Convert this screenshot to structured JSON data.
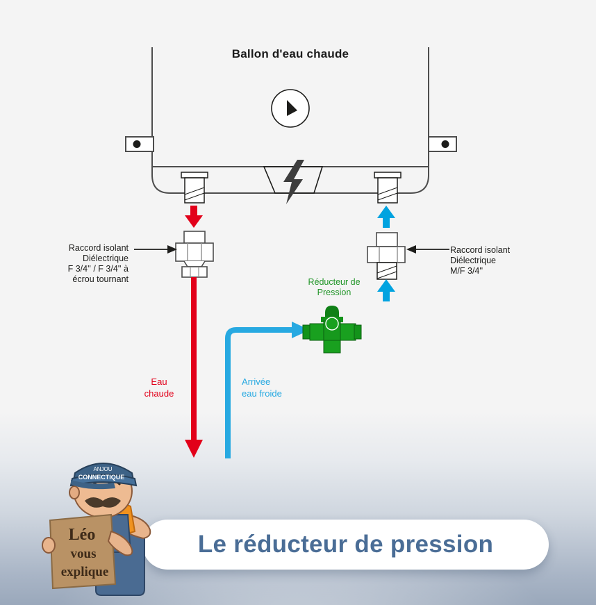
{
  "page": {
    "background_top": "#f4f4f4",
    "background_bottom": "#9aa8bb"
  },
  "diagram": {
    "tank": {
      "title": "Ballon d'eau chaude",
      "gauge_icon": "pointer-dial-icon",
      "heating_icon": "lightning-bolt-icon",
      "bracket_icon": "wall-bracket-icon",
      "outline_color": "#4d4d4d"
    },
    "annotations": [
      {
        "id": "left-fitting",
        "lines": [
          "Raccord isolant",
          "Diélectrique",
          "F 3/4'' / F 3/4'' à",
          "écrou tournant"
        ],
        "arrow": "arrow-right-black",
        "color": "#1d1d1b"
      },
      {
        "id": "right-fitting",
        "lines": [
          "Raccord isolant",
          "Diélectrique",
          "M/F 3/4''"
        ],
        "arrow": "arrow-left-black",
        "color": "#1d1d1b"
      }
    ],
    "reducer": {
      "label_lines": [
        "Réducteur de",
        "Pression"
      ],
      "color": "#1f9426",
      "body_color": "#19a01f",
      "shade_color": "#0f7a16"
    },
    "flows": [
      {
        "id": "hot-water",
        "label_lines": [
          "Eau",
          "chaude"
        ],
        "color": "#e2001a",
        "direction": "down",
        "arrow_icon": "arrow-down-red"
      },
      {
        "id": "cold-water",
        "label_lines": [
          "Arrivée",
          "eau froide"
        ],
        "color": "#27a9e1",
        "direction": "up",
        "arrow_icon": "arrow-up-blue"
      }
    ]
  },
  "banner": {
    "title": "Le réducteur de pression",
    "text_color": "#4a6d96",
    "background": "#ffffff"
  },
  "mascot": {
    "name": "leo-mascot",
    "cap_line1": "ANJOU",
    "cap_line2": "CONNECTIQUE",
    "sign_line1": "Léo",
    "sign_line2": "vous",
    "sign_line3": "explique",
    "cap_color": "#3d6286",
    "overall_color": "#4a6b92",
    "shirt_color": "#f0921f",
    "sign_color": "#b99265"
  }
}
